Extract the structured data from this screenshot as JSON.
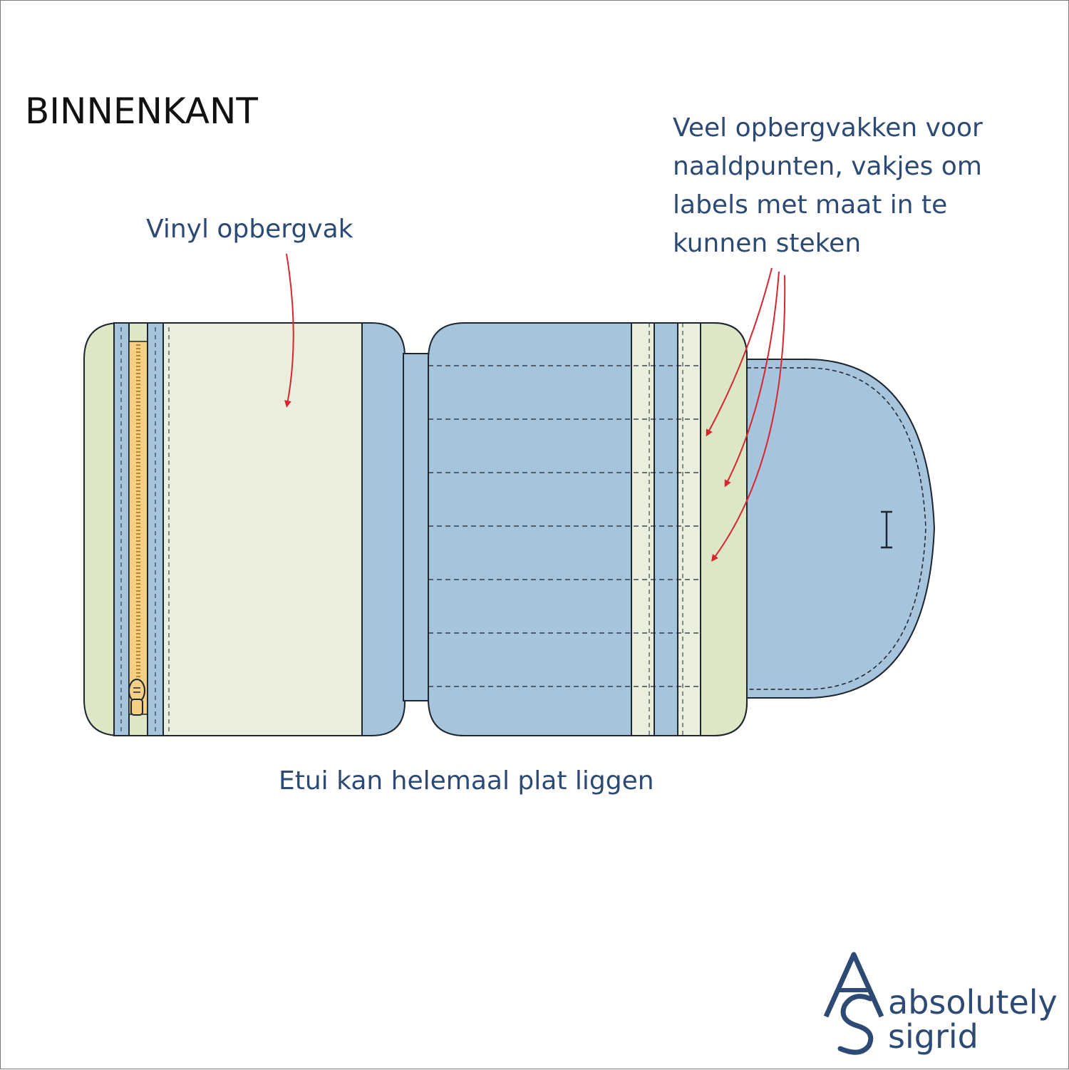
{
  "title": "BINNENKANT",
  "annotations": {
    "vinyl": "Vinyl opbergvak",
    "pockets": [
      "Veel opbergvakken voor",
      "naaldpunten, vakjes om",
      "labels met maat in te",
      "kunnen steken"
    ],
    "flat": "Etui kan helemaal plat liggen"
  },
  "logo": {
    "monogram": "AS",
    "line1": "absolutely",
    "line2": "sigrid"
  },
  "colors": {
    "blue_fabric": "#a6c4dc",
    "green_fabric": "#dde7c6",
    "vinyl": "#e9efdc",
    "zipper": "#f5cf84",
    "arrow": "#d6262f",
    "text": "#2c4a74",
    "outline": "#1c2530"
  }
}
